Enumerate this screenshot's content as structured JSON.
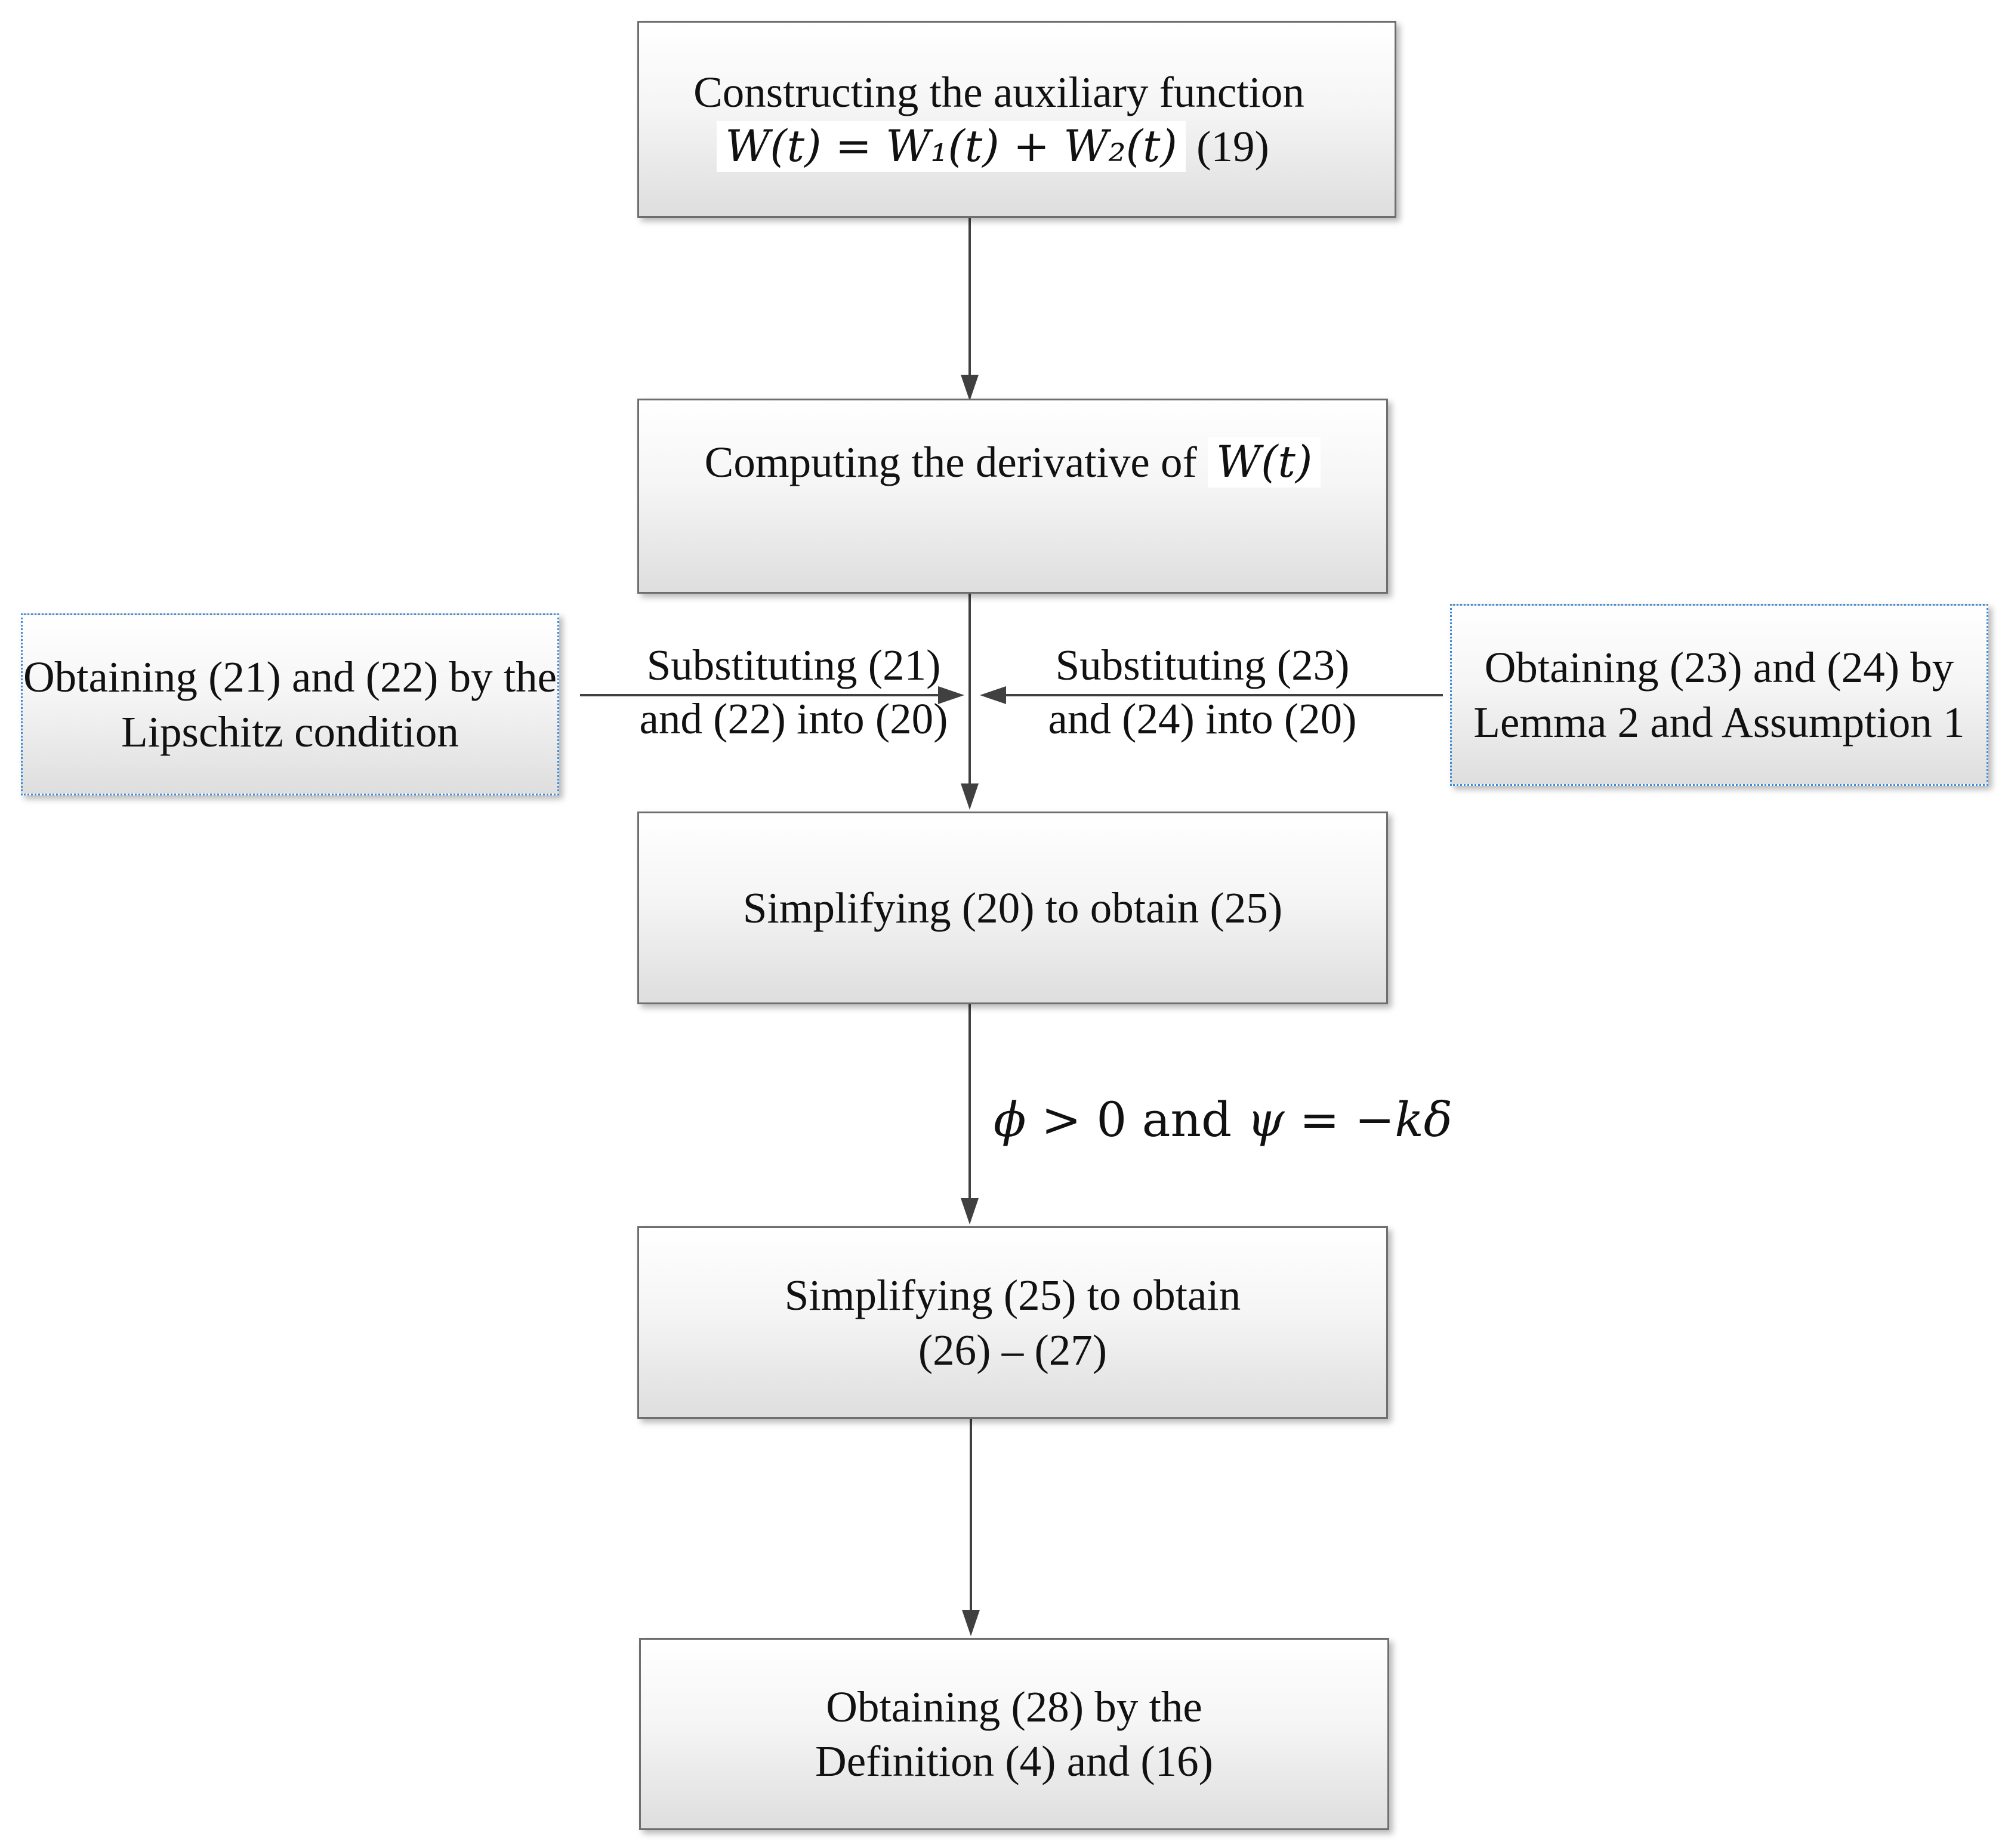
{
  "steps": {
    "construct": {
      "line1": "Constructing the auxiliary function",
      "formula": "W(t) = W₁(t) + W₂(t)",
      "eq_ref": "(19)"
    },
    "derivative": {
      "text": "Computing the derivative of",
      "formula": "W(t)"
    },
    "lipschitz": {
      "line1": "Obtaining (21) and (22) by the",
      "line2": "Lipschitz condition"
    },
    "lemma": {
      "line1": "Obtaining (23) and (24) by",
      "line2": "Lemma 2 and Assumption 1"
    },
    "simplify20": {
      "text": "Simplifying (20) to obtain (25)"
    },
    "simplify25": {
      "line1": "Simplifying (25) to obtain",
      "line2": "(26) – (27)"
    },
    "obtain28": {
      "line1": "Obtaining (28) by the",
      "line2": "Definition (4) and (16)"
    }
  },
  "edge_labels": {
    "left": {
      "line1": "Substituting (21)",
      "line2": "and (22) into (20)"
    },
    "right": {
      "line1": "Substituting (23)",
      "line2": "and (24) into (20)"
    },
    "condition": {
      "phi": "ϕ",
      "op1": " > 0 and ",
      "psi": "ψ",
      "op2": " = −",
      "k": "k",
      "delta": "δ"
    }
  },
  "colors": {
    "box_border": "#6e6e6e",
    "dotted_border": "#3f8ad8",
    "arrow": "#404040"
  }
}
